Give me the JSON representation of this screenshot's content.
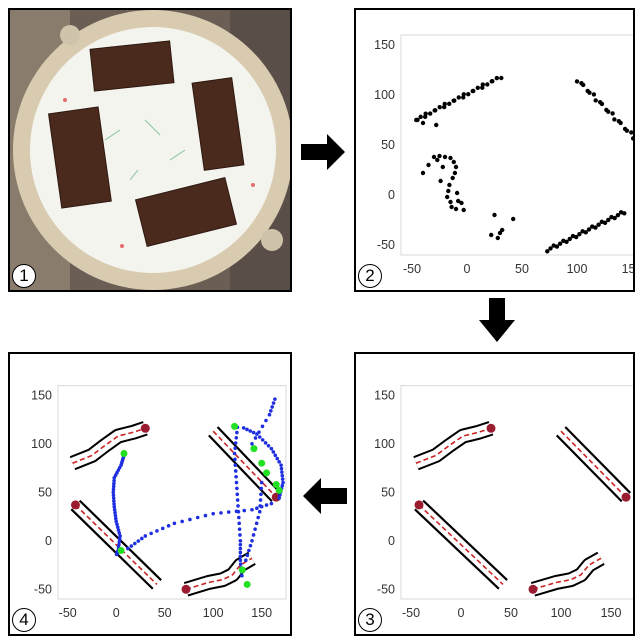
{
  "panels": [
    {
      "number": "1",
      "kind": "photo"
    },
    {
      "number": "2",
      "kind": "scatter"
    },
    {
      "number": "3",
      "kind": "model"
    },
    {
      "number": "4",
      "kind": "model-with-paths"
    }
  ],
  "colors": {
    "points": "#000000",
    "rail": "#000000",
    "centerline": "#cc2222",
    "endpoint": "#9b1b30",
    "path": "#1f2fe0",
    "waypoint": "#22e022",
    "arrow": "#000000",
    "plate": "#f3f2ec",
    "chocolate": "#4a2a1d",
    "rim": "#d8c7a8"
  },
  "axes": {
    "xticks": [
      -50,
      0,
      50,
      100,
      150
    ],
    "yticks": [
      150,
      100,
      50,
      0,
      -50
    ]
  },
  "arrows": [
    "arrow-right",
    "arrow-down",
    "arrow-left"
  ]
}
